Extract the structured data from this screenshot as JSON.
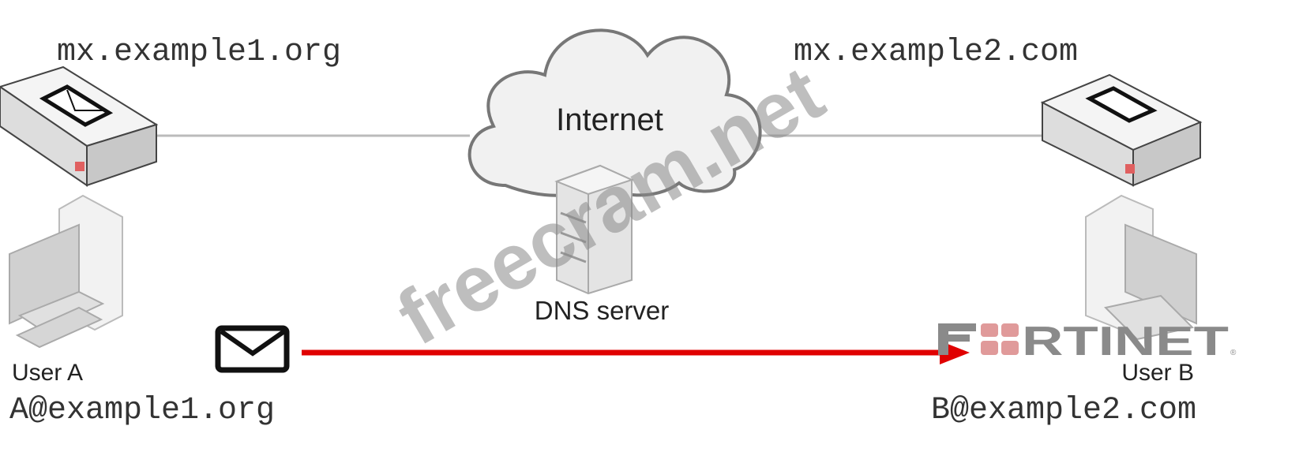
{
  "nodes": {
    "mx_left": "mx.example1.org",
    "mx_right": "mx.example2.com",
    "cloud": "Internet",
    "dns": "DNS server",
    "user_a_name": "User A",
    "user_a_email": "A@example1.org",
    "user_b_name": "User B",
    "user_b_email": "B@example2.com"
  },
  "logo": "FORTINET",
  "watermark": "freecram.net",
  "colors": {
    "arrow": "#e00000",
    "line": "#bbbbbb",
    "logo_gray": "#8a8a8a",
    "logo_red": "#e09a9a"
  }
}
